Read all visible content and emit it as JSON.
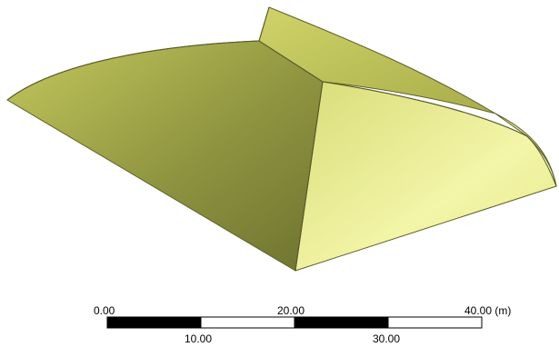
{
  "viewport": {
    "background_color": "#ffffff",
    "model": {
      "face_colors": {
        "left_roof": "#8a8e3c",
        "right_roof": "#e8eb8c",
        "top_ridge": "#b9bd55",
        "edge": "#5a5c2a"
      }
    },
    "scale_bar": {
      "top_labels": [
        "0.00",
        "20.00",
        "40.00 (m)"
      ],
      "bottom_labels": [
        "10.00",
        "30.00"
      ],
      "segment_colors": [
        "#000000",
        "#ffffff",
        "#000000",
        "#ffffff"
      ]
    }
  }
}
